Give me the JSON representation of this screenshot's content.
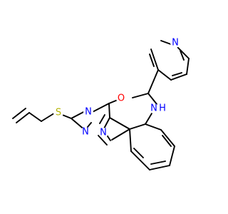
{
  "atoms": [
    {
      "label": "N",
      "color": "#0000ff"
    },
    {
      "label": "O",
      "color": "#ff0000"
    },
    {
      "label": "N",
      "color": "#0000ff"
    },
    {
      "label": "N",
      "color": "#0000ff"
    },
    {
      "label": "N",
      "color": "#0000ff"
    },
    {
      "label": "S",
      "color": "#b2b200"
    },
    {
      "label": "N",
      "color": "#0000ff"
    },
    {
      "label": "H",
      "color": "#0000ff"
    }
  ]
}
